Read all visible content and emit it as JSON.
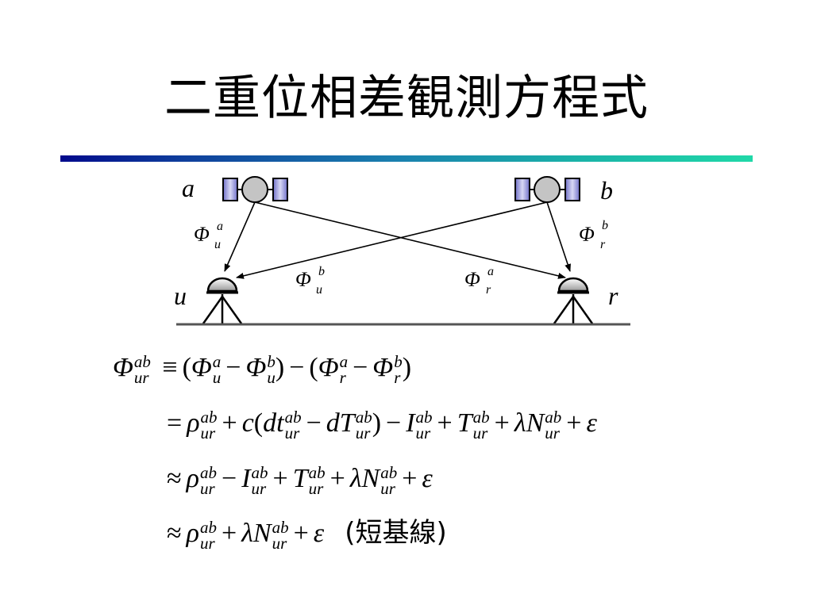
{
  "slide": {
    "title": "二重位相差観測方程式"
  },
  "diagram": {
    "satellite_left_label": "a",
    "satellite_right_label": "b",
    "receiver_left_label": "u",
    "receiver_right_label": "r",
    "phi_symbol": "Φ",
    "path_labels": [
      {
        "sup": "a",
        "sub": "u"
      },
      {
        "sup": "b",
        "sub": "r"
      },
      {
        "sup": "b",
        "sub": "u"
      },
      {
        "sup": "a",
        "sub": "r"
      }
    ]
  },
  "equations": {
    "eq1": {
      "lhs_symbol": "Φ",
      "lhs_sup": "ab",
      "lhs_sub": "ur",
      "op": "≡",
      "open1": "(",
      "t1_sup": "a",
      "t1_sub": "u",
      "minus1": "−",
      "t2_sup": "b",
      "t2_sub": "u",
      "close1": ")",
      "minus2": "−",
      "open2": "(",
      "t3_sup": "a",
      "t3_sub": "r",
      "minus3": "−",
      "t4_sup": "b",
      "t4_sub": "r",
      "close2": ")"
    },
    "eq2": {
      "op": "=",
      "rho": "ρ",
      "c": "c",
      "dt": "dt",
      "dT": "dT",
      "I": "I",
      "T": "T",
      "lambda": "λ",
      "N": "N",
      "eps": "ε",
      "sup": "ab",
      "sub": "ur"
    },
    "eq3": {
      "op": "≈",
      "rho": "ρ",
      "I": "I",
      "T": "T",
      "lambda": "λ",
      "N": "N",
      "eps": "ε",
      "sup": "ab",
      "sub": "ur"
    },
    "eq4": {
      "op": "≈",
      "rho": "ρ",
      "lambda": "λ",
      "N": "N",
      "eps": "ε",
      "sup": "ab",
      "sub": "ur",
      "note": "(短基線)"
    }
  }
}
